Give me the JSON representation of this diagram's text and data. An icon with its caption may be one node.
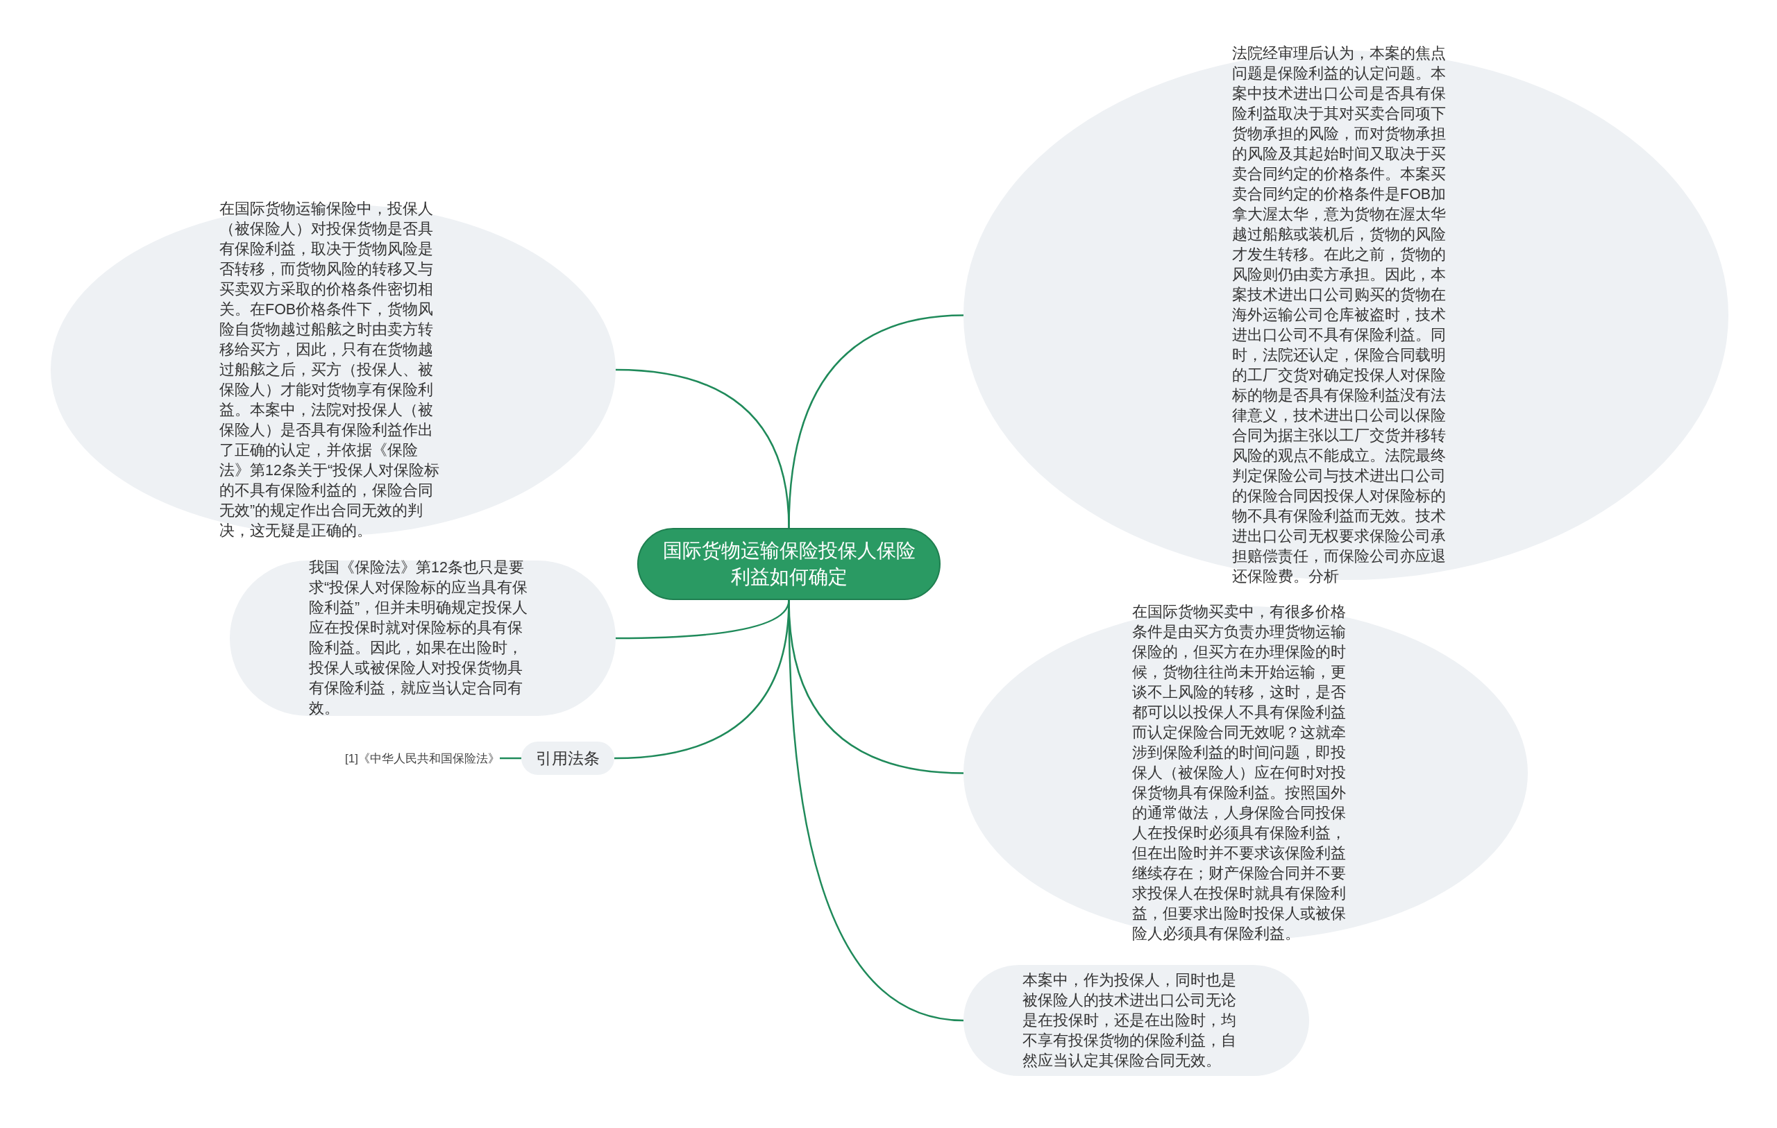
{
  "diagram": {
    "nodes": [
      {
        "text": [
          "国际货物运输保险投保人保险利益如何确定"
        ]
      },
      {
        "text": [
          "在国际货物运输保险中，投保人（被保险人）对投保货物是否具有保险利益，取决于货物风险是否转移，而货物风险的转移又与买卖双方采取的价格条件密切相关。在FOB价格条件下，货物风险自货物越过船舷之时由卖方转移给买方，因此，只有在货物越过船舷之后，买方（投保人、被保险人）才能对货物享有保险利益。本案中，法院对投保人（被保险人）是否具有保险利益作出了正确的认定，并依据《保险法》第12条关于“投保人对保险标的不具有保险利益的，保险合同无效”的规定作出合同无效的判决，这无疑是正确的。"
        ]
      },
      {
        "text": [
          "我国《保险法》第12条也只是要求“投保人对保险标的应当具有保险利益”，但并未明确规定投保人应在投保时就对保险标的具有保险利益。因此，如果在出险时，投保人或被保险人对投保货物具有保险利益，就应当认定合同有效。"
        ]
      },
      {
        "text": [
          "引用法条"
        ]
      },
      {
        "text": [
          "[1]《中华人民共和国保险法》"
        ]
      },
      {
        "text": [
          "法院经审理后认为，本案的焦点问题是保险利益的认定问题。本案中技术进出口公司是否具有保险利益取决于其对买卖合同项下货物承担的风险，而对货物承担的风险及其起始时间又取决于买卖合同约定的价格条件。本案买卖合同约定的价格条件是FOB加拿大渥太华，意为货物在渥太华越过船舷或装机后，货物的风险才发生转移。在此之前，货物的风险则仍由卖方承担。因此，本案技术进出口公司购买的货物在海外运输公司仓库被盗时，技术进出口公司不具有保险利益。同时，法院还认定，保险合同载明的工厂交货对确定投保人对保险标的物是否具有保险利益没有法律意义，技术进出口公司以保险合同为据主张以工厂交货并移转风险的观点不能成立。法院最终判定保险公司与技术进出口公司的保险合同因投保人对保险标的物不具有保险利益而无效。技术进出口公司无权要求保险公司承担赔偿责任，而保险公司亦应退还保险费。分析"
        ]
      },
      {
        "text": [
          "在国际货物买卖中，有很多价格条件是由买方负责办理货物运输保险的，但买方在办理保险的时候，货物往往尚未开始运输，更谈不上风险的转移，这时，是否都可以以投保人不具有保险利益而认定保险合同无效呢？这就牵涉到保险利益的时间问题，即投保人（被保险人）应在何时对投保货物具有保险利益。按照国外的通常做法，人身保险合同投保人在投保时必须具有保险利益，但在出险时并不要求该保险利益继续存在；财产保险合同并不要求投保人在投保时就具有保险利益，但要求出险时投保人或被保险人必须具有保险利益。"
        ]
      },
      {
        "text": [
          "本案中，作为投保人，同时也是被保险人的技术进出口公司无论是在投保时，还是在出险时，均不享有投保货物的保险利益，自然应当认定其保险合同无效。"
        ]
      }
    ],
    "edges": [
      {
        "from": 0,
        "to": 1,
        "arrow": "none"
      },
      {
        "from": 0,
        "to": 2,
        "arrow": "none"
      },
      {
        "from": 0,
        "to": 3,
        "arrow": "none"
      },
      {
        "from": 3,
        "to": 4,
        "arrow": "none"
      },
      {
        "from": 0,
        "to": 5,
        "arrow": "none"
      },
      {
        "from": 0,
        "to": 6,
        "arrow": "none"
      },
      {
        "from": 0,
        "to": 7,
        "arrow": "none"
      }
    ]
  }
}
